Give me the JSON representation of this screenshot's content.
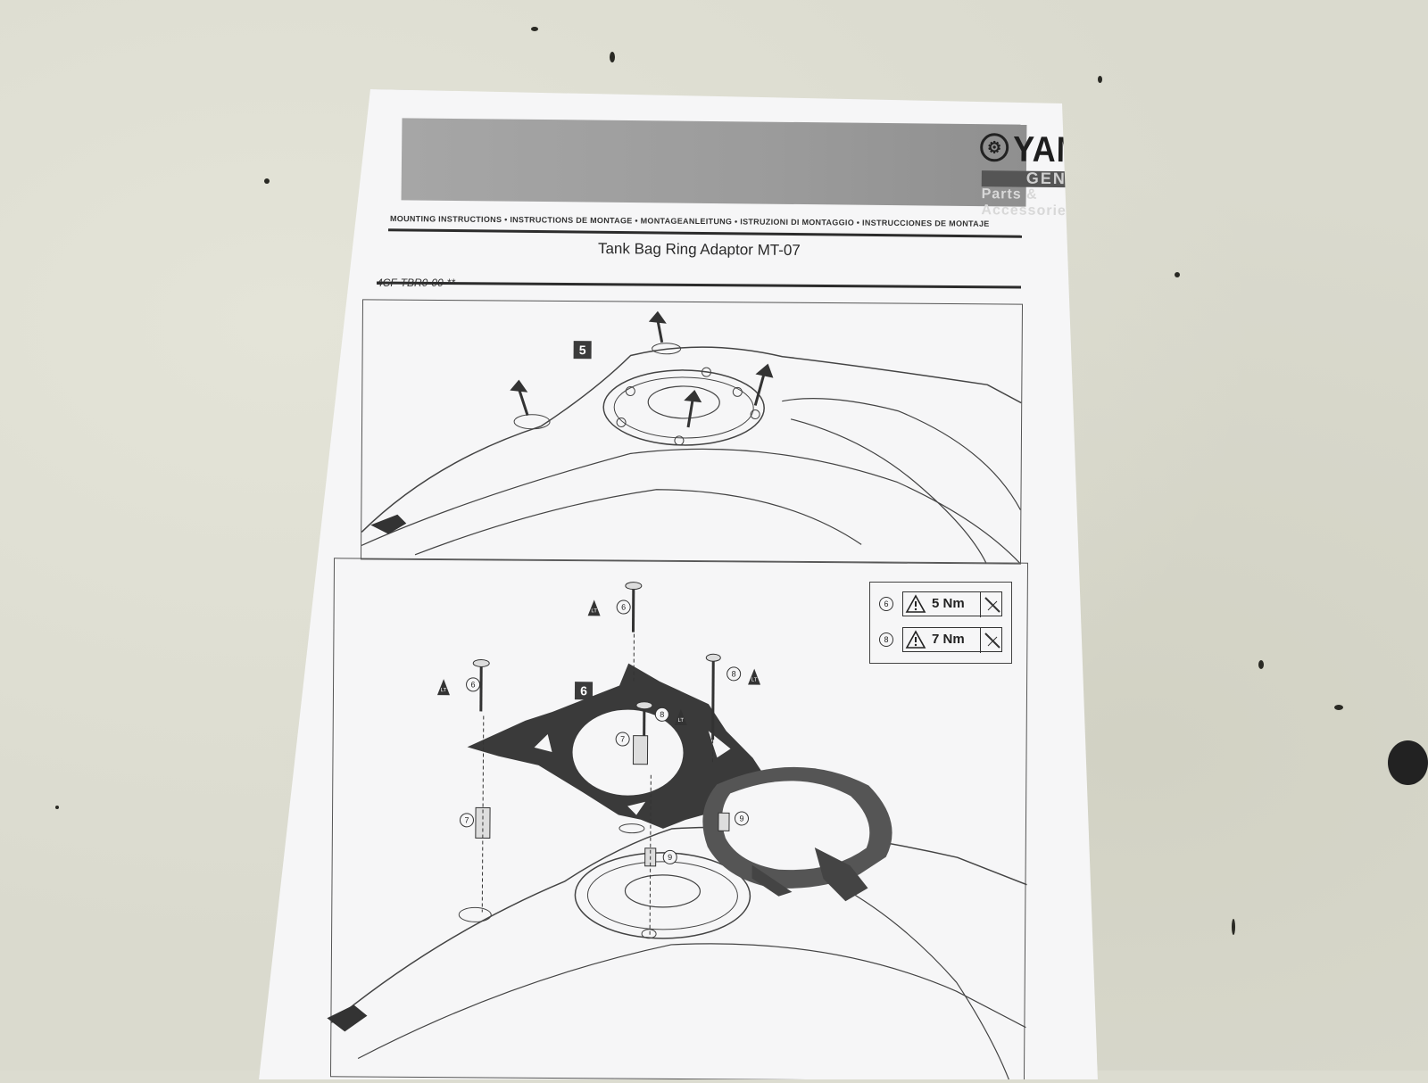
{
  "brand": {
    "name": "YAMAHA",
    "line1": "GENUINE",
    "line2": "Parts & Accessories"
  },
  "languages_line": "MOUNTING INSTRUCTIONS • INSTRUCTIONS DE MONTAGE • MONTAGEANLEITUNG • ISTRUZIONI DI MONTAGGIO • INSTRUCCIONES DE MONTAJE",
  "title": "Tank Bag Ring Adaptor MT-07",
  "part_number": "4CF-TBR0-00-**",
  "steps": {
    "step5": "5",
    "step6": "6"
  },
  "torque": [
    {
      "ref": "6",
      "value": "5 Nm"
    },
    {
      "ref": "8",
      "value": "7 Nm"
    }
  ],
  "callouts": {
    "c6a": "6",
    "c6b": "6",
    "c7a": "7",
    "c7b": "7",
    "c8a": "8",
    "c8b": "8",
    "c9a": "9",
    "c9b": "9"
  },
  "lt_label": "LT",
  "colors": {
    "paper": "#f6f6f7",
    "banner": "#9b9b9b",
    "ink": "#2c2c2c"
  }
}
